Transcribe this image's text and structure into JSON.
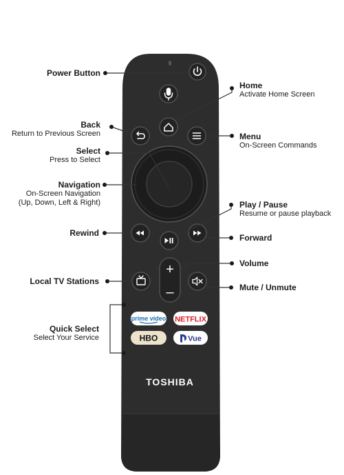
{
  "brand": "TOSHIBA",
  "colors": {
    "remote_body": "#2d2d2d",
    "button": "#222222",
    "button_ring": "#505050",
    "line": "#333333"
  },
  "labels": {
    "power": {
      "title": "Power Button",
      "desc": ""
    },
    "home": {
      "title": "Home",
      "desc": "Activate Home Screen"
    },
    "back": {
      "title": "Back",
      "desc": "Return to Previous Screen"
    },
    "menu": {
      "title": "Menu",
      "desc": "On-Screen Commands"
    },
    "select": {
      "title": "Select",
      "desc": "Press to Select"
    },
    "navigation": {
      "title": "Navigation",
      "desc1": "On-Screen Navigation",
      "desc2": "(Up, Down, Left & Right)"
    },
    "play_pause": {
      "title": "Play / Pause",
      "desc": "Resume or pause playback"
    },
    "rewind": {
      "title": "Rewind",
      "desc": ""
    },
    "forward": {
      "title": "Forward",
      "desc": ""
    },
    "volume": {
      "title": "Volume",
      "desc": ""
    },
    "local_tv": {
      "title": "Local TV Stations",
      "desc": ""
    },
    "mute": {
      "title": "Mute / Unmute",
      "desc": ""
    },
    "quick_select": {
      "title": "Quick Select",
      "desc": "Select Your Service"
    }
  },
  "services": {
    "prime": "prime video",
    "netflix": "NETFLIX",
    "hbo": "HBO",
    "vue": "Vue"
  },
  "volume_signs": {
    "plus": "+",
    "minus": "–"
  },
  "icons": {
    "power": "power-icon",
    "mic": "microphone-icon",
    "home": "home-icon",
    "back": "back-arrow-icon",
    "menu": "hamburger-menu-icon",
    "rewind": "rewind-icon",
    "play_pause": "play-pause-icon",
    "forward": "fast-forward-icon",
    "tv": "tv-icon",
    "mute": "mute-icon"
  }
}
